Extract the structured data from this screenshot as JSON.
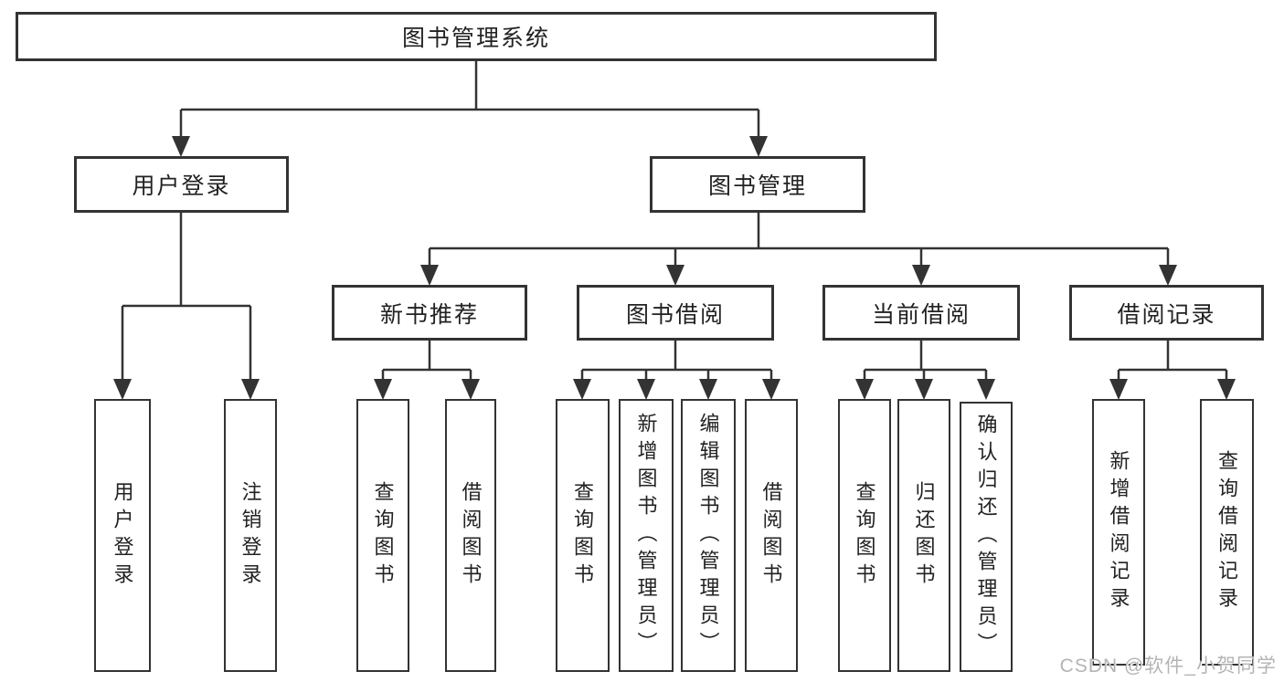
{
  "diagram": {
    "root": "图书管理系统",
    "level2": {
      "user_login": "用户登录",
      "book_management": "图书管理"
    },
    "level3": {
      "new_book_recommend": "新书推荐",
      "book_borrow": "图书借阅",
      "current_borrow": "当前借阅",
      "borrow_records": "借阅记录"
    },
    "leaves": {
      "user_login_leaf": "用户登录",
      "logout": "注销登录",
      "nb_query_books": "查询图书",
      "nb_borrow_books": "借阅图书",
      "bb_query_books": "查询图书",
      "bb_add_books": "新增图书（管理员）",
      "bb_edit_books": "编辑图书（管理员）",
      "bb_borrow_books": "借阅图书",
      "cb_query_books": "查询图书",
      "cb_return_books": "归还图书",
      "cb_confirm_return": "确认归还（管理员）",
      "br_add_record": "新增借阅记录",
      "br_query_record": "查询借阅记录"
    }
  },
  "watermark": "CSDN @软件_小贺同学",
  "colors": {
    "line": "#333333",
    "box_border": "#333333",
    "text": "#222222",
    "watermark": "#b4b4b4",
    "background": "#ffffff"
  }
}
